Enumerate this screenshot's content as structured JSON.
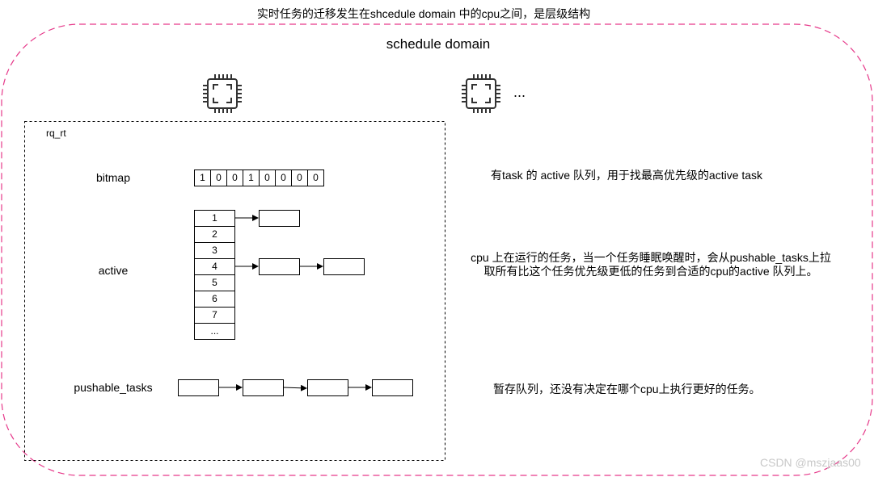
{
  "title": "实时任务的迁移发生在shcedule domain 中的cpu之间，是层级结构",
  "domain_label": "schedule domain",
  "ellipsis": "...",
  "rq_label": "rq_rt",
  "bitmap": {
    "label": "bitmap",
    "bits": [
      "1",
      "0",
      "0",
      "1",
      "0",
      "0",
      "0",
      "0"
    ]
  },
  "active": {
    "label": "active",
    "rows": [
      "1",
      "2",
      "3",
      "4",
      "5",
      "6",
      "7",
      "..."
    ]
  },
  "pushable": {
    "label": "pushable_tasks"
  },
  "notes": {
    "bitmap": "有task 的 active 队列，用于找最高优先级的active task",
    "active_line1": "cpu 上在运行的任务，当一个任务睡眠唤醒时，会从pushable_tasks上拉",
    "active_line2": "取所有比这个任务优先级更低的任务到合适的cpu的active 队列上。",
    "pushable": "暂存队列，还没有决定在哪个cpu上执行更好的任务。"
  },
  "icons": [
    "cpu-chip-icon",
    "cpu-chip-icon"
  ],
  "watermark": "CSDN @mszjaas00",
  "colors": {
    "domain_border": "#e6398a",
    "line": "#000000",
    "watermark": "#c8c8c8"
  }
}
